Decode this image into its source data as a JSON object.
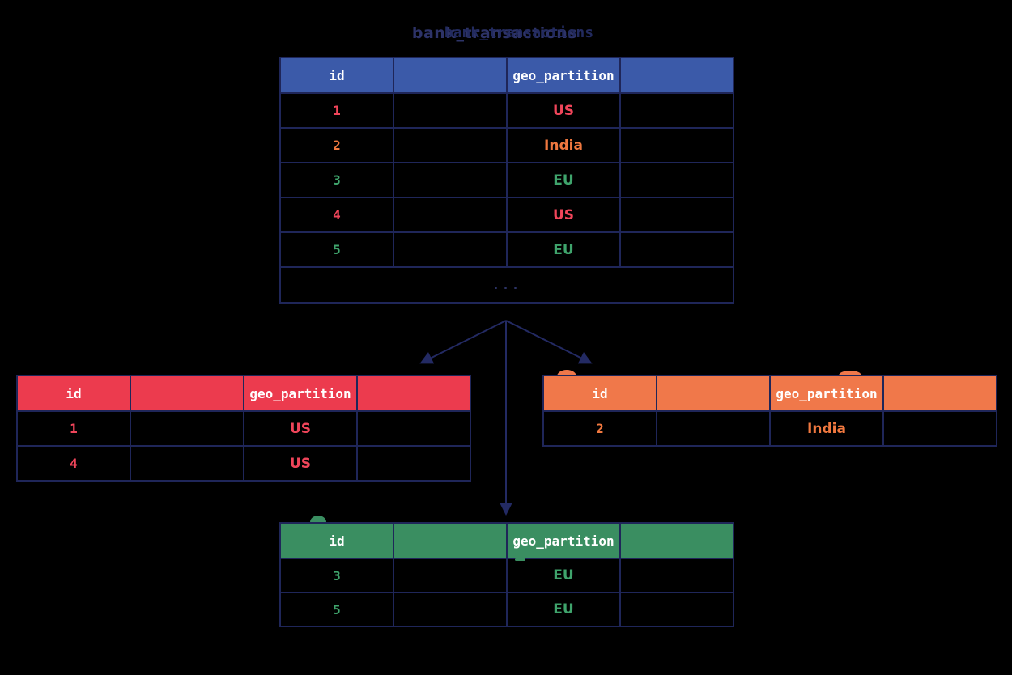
{
  "colors": {
    "background": "#000000",
    "navy": "#1f2659",
    "blue": "#3b5aa9",
    "red": "#ec3b4e",
    "redText": "#f0455a",
    "orange": "#f0784a",
    "orangeText": "#f0783f",
    "green": "#3a8e61",
    "greenText": "#3fa46c",
    "white": "#ffffff"
  },
  "title": {
    "text": "bank_transactions"
  },
  "main_table": {
    "columns": [
      "id",
      "",
      "geo_partition",
      ""
    ],
    "rows": [
      {
        "id": "1",
        "geo_partition": "US"
      },
      {
        "id": "2",
        "geo_partition": "India"
      },
      {
        "id": "3",
        "geo_partition": "EU"
      },
      {
        "id": "4",
        "geo_partition": "US"
      },
      {
        "id": "5",
        "geo_partition": "EU"
      }
    ],
    "ellipsis": "..."
  },
  "partitions": {
    "us": {
      "columns": [
        "id",
        "",
        "geo_partition",
        ""
      ],
      "rows": [
        {
          "id": "1",
          "geo_partition": "US"
        },
        {
          "id": "4",
          "geo_partition": "US"
        }
      ]
    },
    "india": {
      "columns": [
        "id",
        "",
        "geo_partition",
        ""
      ],
      "rows": [
        {
          "id": "2",
          "geo_partition": "India"
        }
      ]
    },
    "eu": {
      "columns": [
        "id",
        "",
        "geo_partition",
        ""
      ],
      "rows": [
        {
          "id": "3",
          "geo_partition": "EU"
        },
        {
          "id": "5",
          "geo_partition": "EU"
        }
      ]
    }
  }
}
